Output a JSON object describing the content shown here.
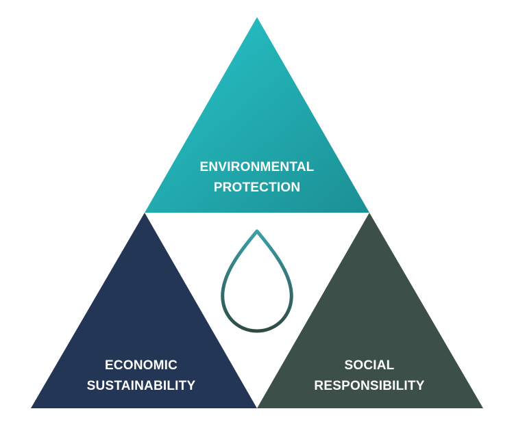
{
  "diagram": {
    "top": {
      "line1": "ENVIRONMENTAL",
      "line2": "PROTECTION",
      "color_start": "#27c6ca",
      "color_end": "#1c8f94"
    },
    "left": {
      "line1": "ECONOMIC",
      "line2": "SUSTAINABILITY",
      "color": "#243655"
    },
    "right": {
      "line1": "SOCIAL",
      "line2": "RESPONSIBILITY",
      "color": "#3c5049"
    },
    "center_icon": {
      "name": "water-drop-icon",
      "gradient_top": "#3aa0a7",
      "gradient_bottom": "#2f4b45"
    }
  }
}
